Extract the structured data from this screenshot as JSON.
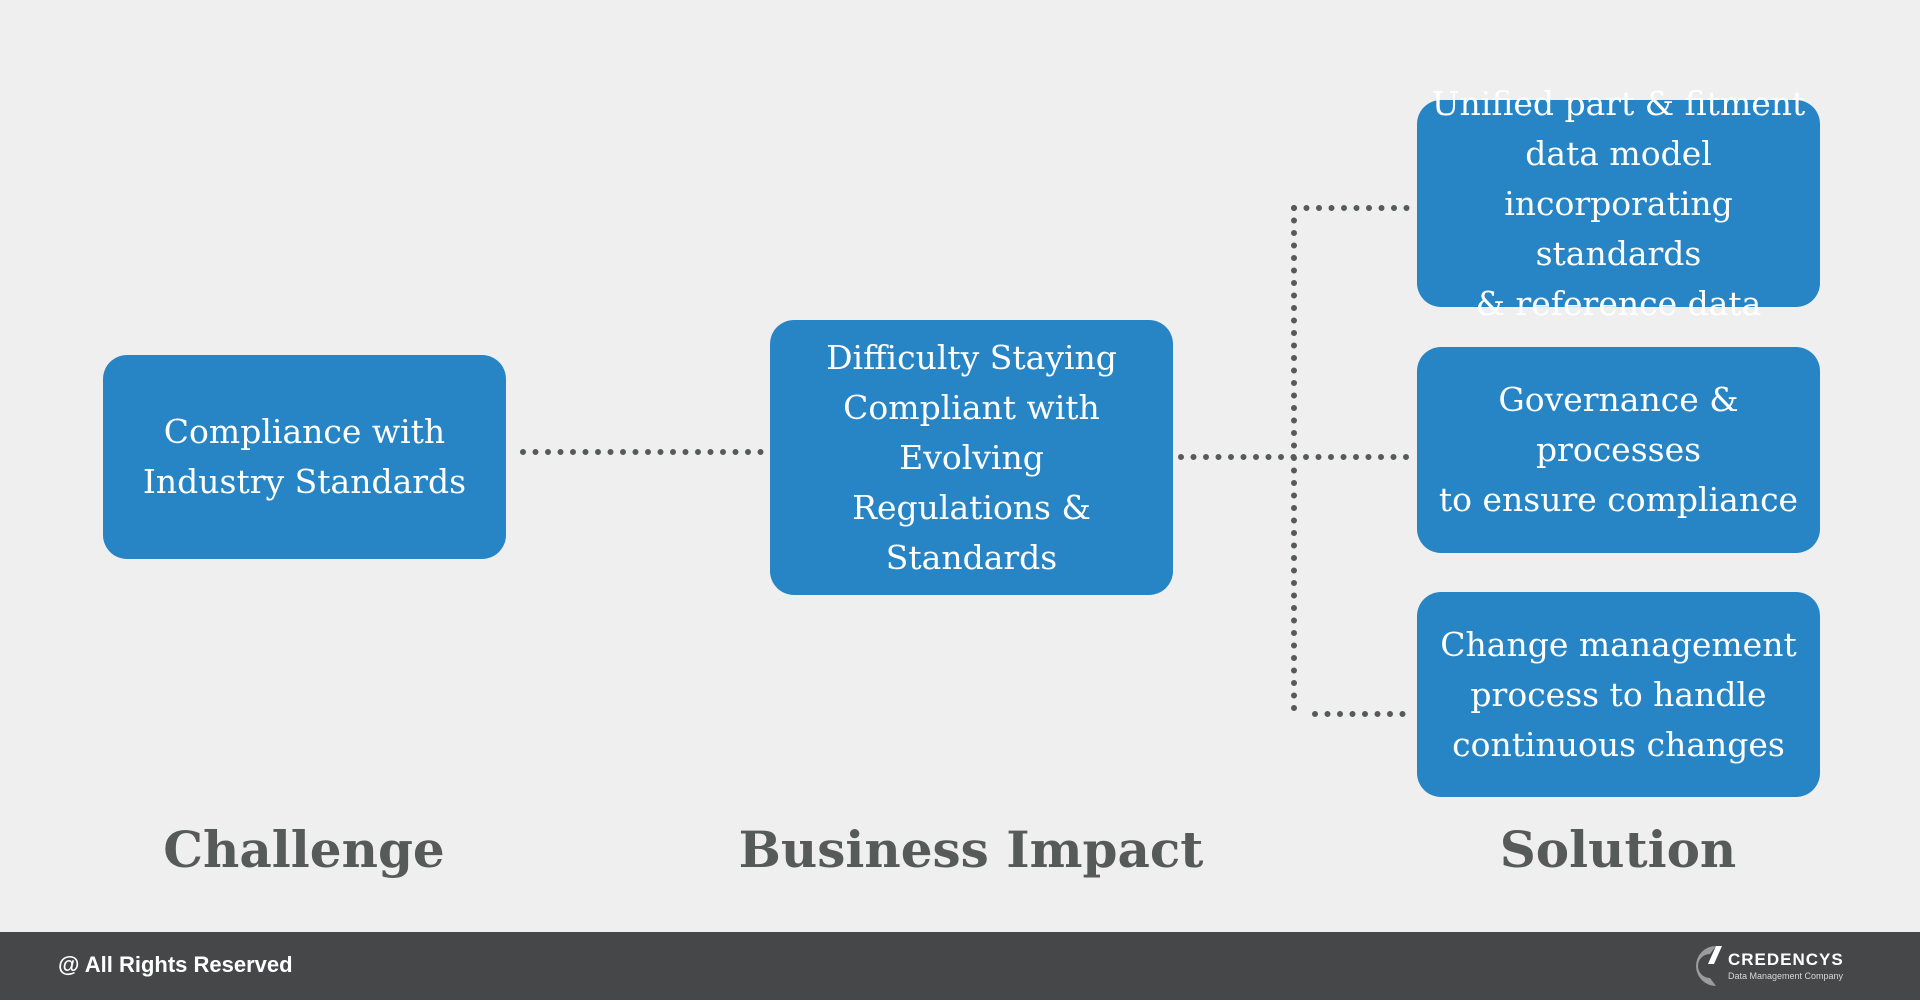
{
  "challenge": {
    "heading": "Challenge",
    "box": "Compliance with\nIndustry Standards"
  },
  "impact": {
    "heading": "Business Impact",
    "box": "Difficulty Staying\nCompliant with Evolving\nRegulations & Standards"
  },
  "solution": {
    "heading": "Solution",
    "items": [
      "Unified part & fitment\ndata model\nincorporating standards\n& reference data",
      "Governance & processes\nto ensure compliance",
      "Change management\nprocess to handle\ncontinuous changes"
    ]
  },
  "footer": {
    "rights": "@ All Rights Reserved",
    "logo_name": "CREDENCYS",
    "logo_tagline": "Data Management Company"
  },
  "colors": {
    "box": "#2785c5",
    "heading": "#565a59",
    "connector": "#565a59",
    "background": "#efefef",
    "footer": "#464748"
  }
}
